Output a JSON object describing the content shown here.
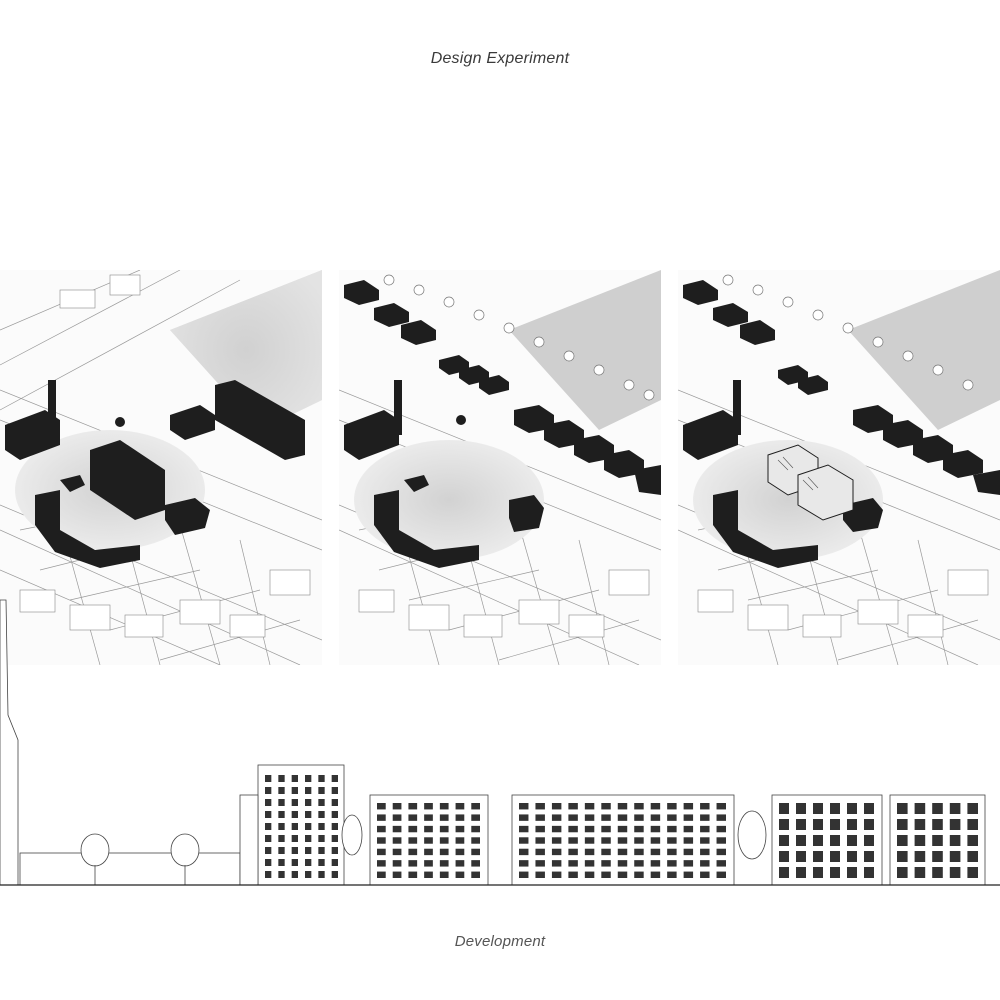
{
  "header": {
    "title": "Design Experiment"
  },
  "footer": {
    "caption": "Development"
  },
  "panels": [
    {
      "variant": 1,
      "scheme": "existing-blocks"
    },
    {
      "variant": 2,
      "scheme": "tree-lined-boulevard-blocks"
    },
    {
      "variant": 3,
      "scheme": "boulevard-with-courtyard-blocks"
    }
  ],
  "colors": {
    "ink": "#1e1e1e",
    "line": "#9a9a9a",
    "ground": "#d8d8d8",
    "paper": "#ffffff"
  }
}
